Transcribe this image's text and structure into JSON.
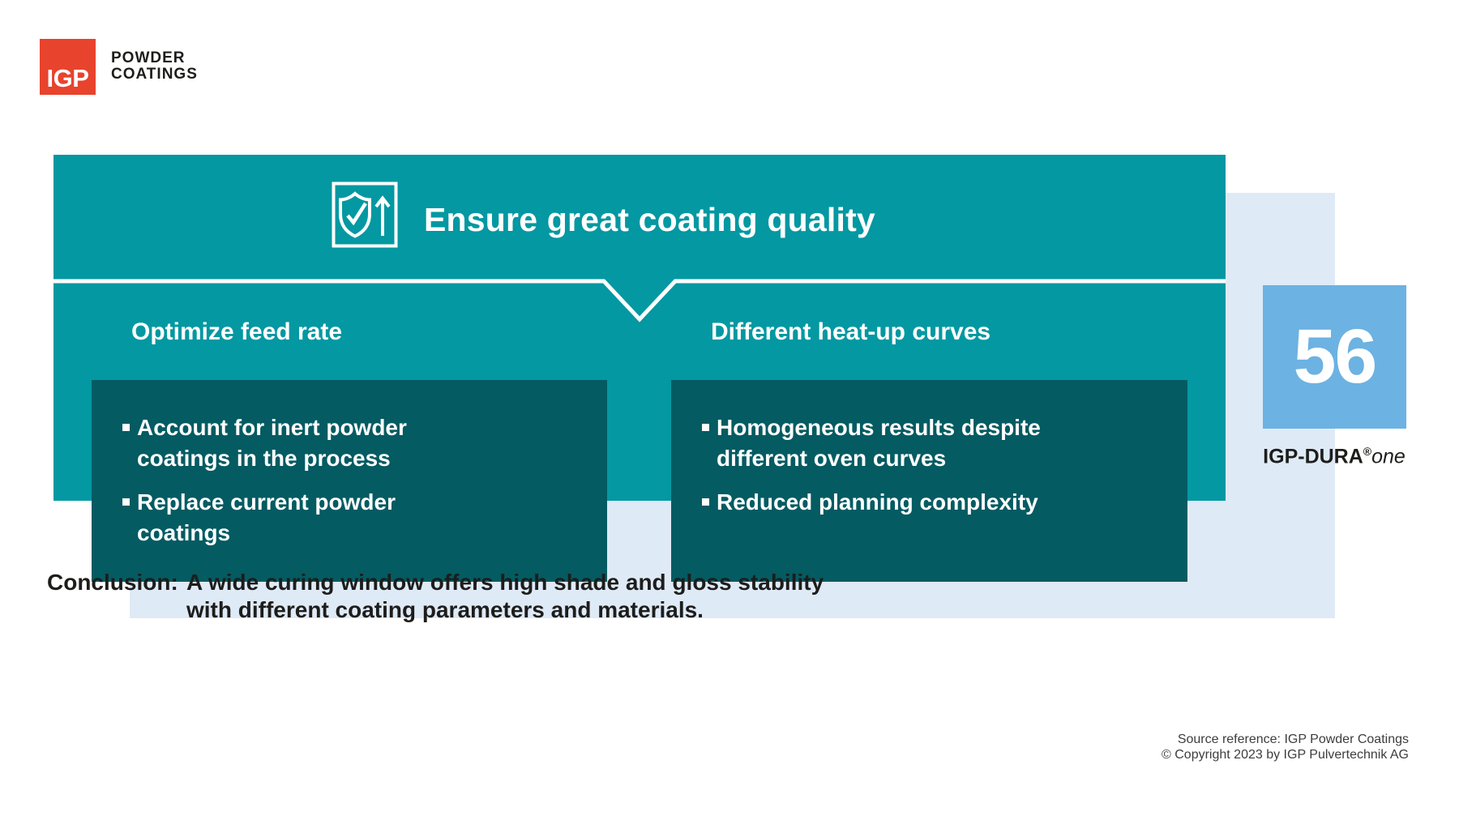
{
  "logo": {
    "mark": "IGP",
    "wordmark_line1": "POWDER",
    "wordmark_line2": "COATINGS"
  },
  "header": {
    "title": "Ensure great coating quality",
    "icon": "shield-check-up-arrow"
  },
  "columns": [
    {
      "heading": "Optimize feed rate",
      "bullets": [
        "Account for inert powder coatings in the process",
        "Replace current powder coatings"
      ]
    },
    {
      "heading": "Different heat-up curves",
      "bullets": [
        "Homogeneous results despite different oven curves",
        "Reduced planning complexity"
      ]
    }
  ],
  "product": {
    "number": "56",
    "name_bold": "IGP-DURA",
    "name_reg": "®",
    "name_italic": "one"
  },
  "conclusion": {
    "label": "Conclusion:",
    "line1": "A wide curing window offers high shade and gloss stability",
    "line2": "with different coating parameters and materials."
  },
  "footer": {
    "line1": "Source reference: IGP Powder Coatings",
    "line2": "© Copyright 2023 by IGP Pulvertechnik AG"
  },
  "colors": {
    "teal": "#0398a2",
    "dark_teal": "#045b62",
    "light_blue": "#dfeaf7",
    "accent_blue": "#6cb2e2",
    "logo_red": "#e8432d",
    "text_dark": "#1d1d1b",
    "footer_gray": "#3d3d3c",
    "white": "#ffffff"
  }
}
